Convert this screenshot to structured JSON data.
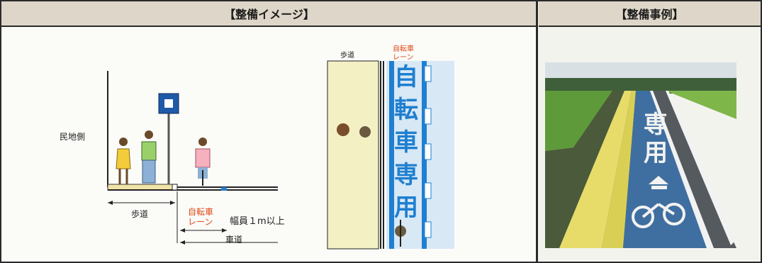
{
  "headers": {
    "image_title": "【整備イメージ】",
    "example_title": "【整備事例】"
  },
  "cross_section": {
    "private_side": "民地側",
    "sidewalk": "歩道",
    "bike_lane_line1": "自転車",
    "bike_lane_line2": "レーン",
    "width_note": "幅員１m以上",
    "roadway": "車道"
  },
  "plan_view": {
    "sidewalk": "歩道",
    "bike_lane_line1": "自転車",
    "bike_lane_line2": "レーン",
    "lane_text": [
      "自",
      "転",
      "車",
      "専",
      "用"
    ]
  },
  "photo": {
    "road_marking": [
      "専",
      "用"
    ]
  },
  "colors": {
    "header_bg": "#ded7c9",
    "lane_blue": "#1f7fd0",
    "sidewalk_yellow": "#f3f0c4",
    "label_red": "#e04a1a"
  }
}
